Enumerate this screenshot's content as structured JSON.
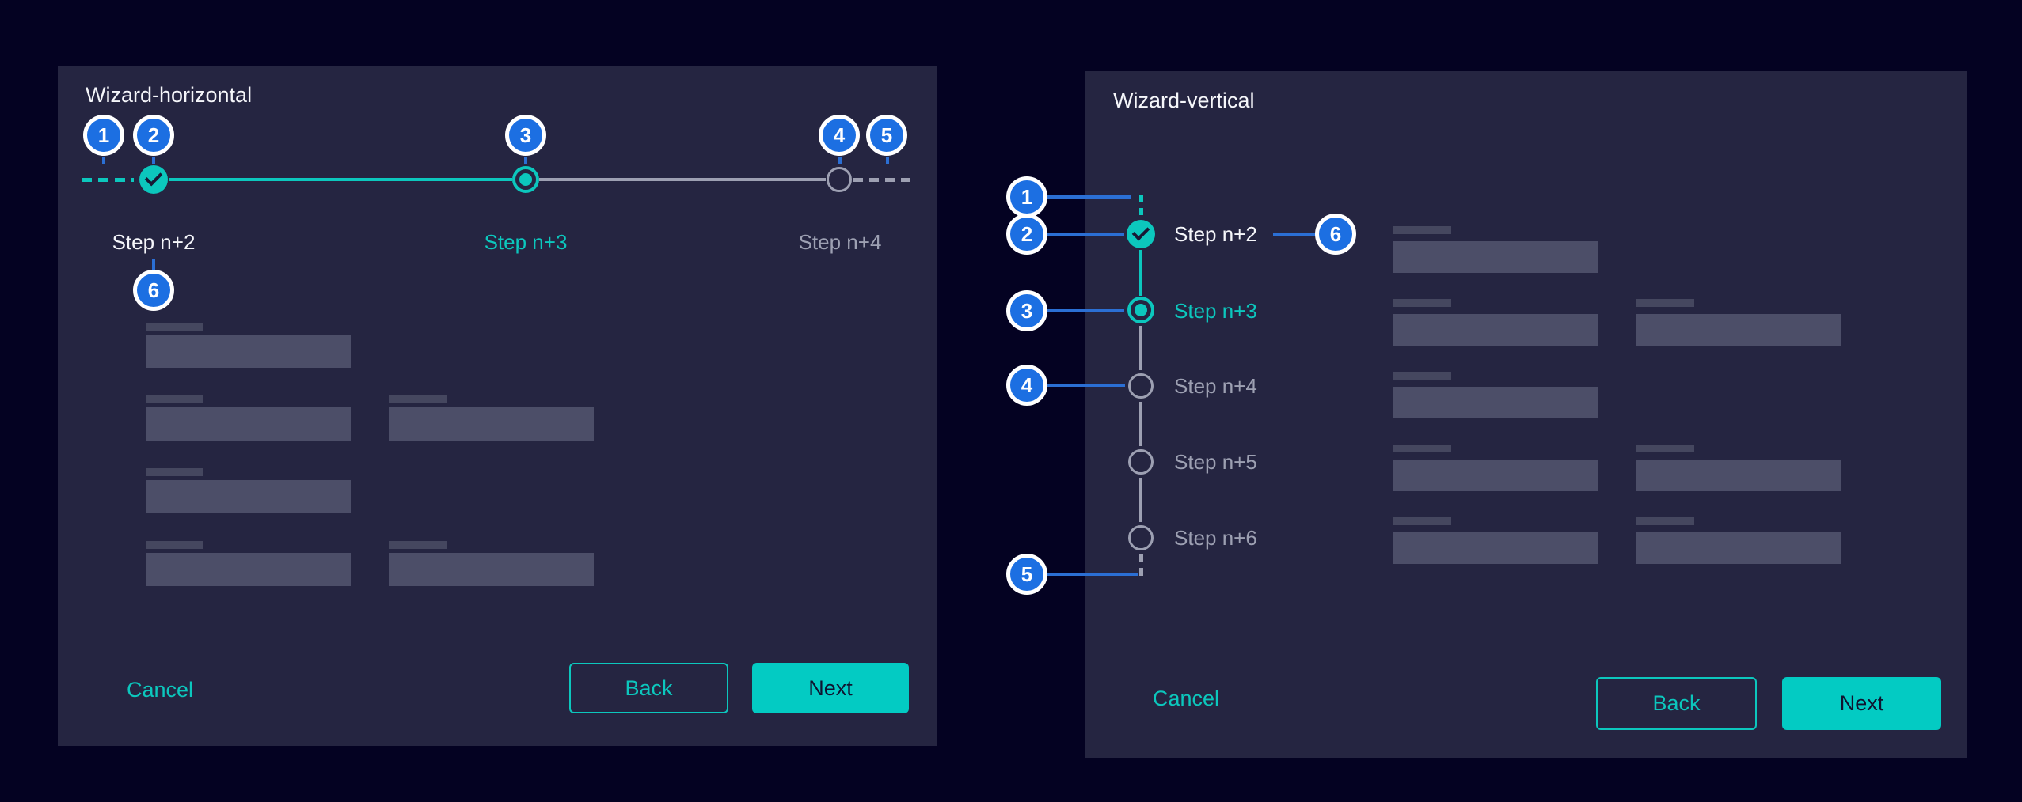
{
  "colors": {
    "outer_background": "#040222",
    "panel_background": "#252541",
    "accent_teal": "#0cc7bd",
    "primary_button_teal": "#03cbc3",
    "annotation_blue": "#1c6fe2",
    "annotation_line_blue": "#2b6fd4",
    "inactive_gray": "#9da0b2",
    "placeholder_label": "#45475f",
    "placeholder_field": "#4c4e68"
  },
  "annotation_badges": [
    "1",
    "2",
    "3",
    "4",
    "5",
    "6"
  ],
  "wizard_horizontal": {
    "title": "Wizard-horizontal",
    "steps": [
      {
        "label": "Step n+2",
        "state": "completed"
      },
      {
        "label": "Step n+3",
        "state": "current"
      },
      {
        "label": "Step n+4",
        "state": "upcoming"
      }
    ],
    "form_rows": [
      "single",
      "double",
      "single",
      "double"
    ],
    "footer": {
      "cancel": "Cancel",
      "back": "Back",
      "next": "Next"
    }
  },
  "wizard_vertical": {
    "title": "Wizard-vertical",
    "steps": [
      {
        "label": "Step n+2",
        "state": "completed"
      },
      {
        "label": "Step n+3",
        "state": "current"
      },
      {
        "label": "Step n+4",
        "state": "upcoming"
      },
      {
        "label": "Step n+5",
        "state": "upcoming"
      },
      {
        "label": "Step n+6",
        "state": "upcoming"
      }
    ],
    "form_rows": [
      "single",
      "double",
      "single",
      "double",
      "double"
    ],
    "footer": {
      "cancel": "Cancel",
      "back": "Back",
      "next": "Next"
    }
  }
}
